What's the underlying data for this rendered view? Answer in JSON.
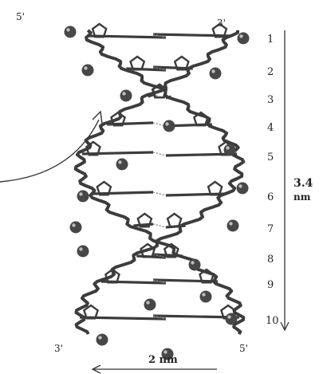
{
  "end_labels": {
    "top_left": "5'",
    "top_right": "3'",
    "bottom_left": "3'",
    "bottom_right": "5'"
  },
  "step_numbers": [
    "1",
    "2",
    "3",
    "4",
    "5",
    "6",
    "7",
    "8",
    "9",
    "10"
  ],
  "pitch": {
    "value": "3.4",
    "unit": "nm"
  },
  "width": {
    "label": "2 nm"
  },
  "colors": {
    "stick": "#3c3c3c",
    "atom": "#474747",
    "line": "#333333"
  }
}
